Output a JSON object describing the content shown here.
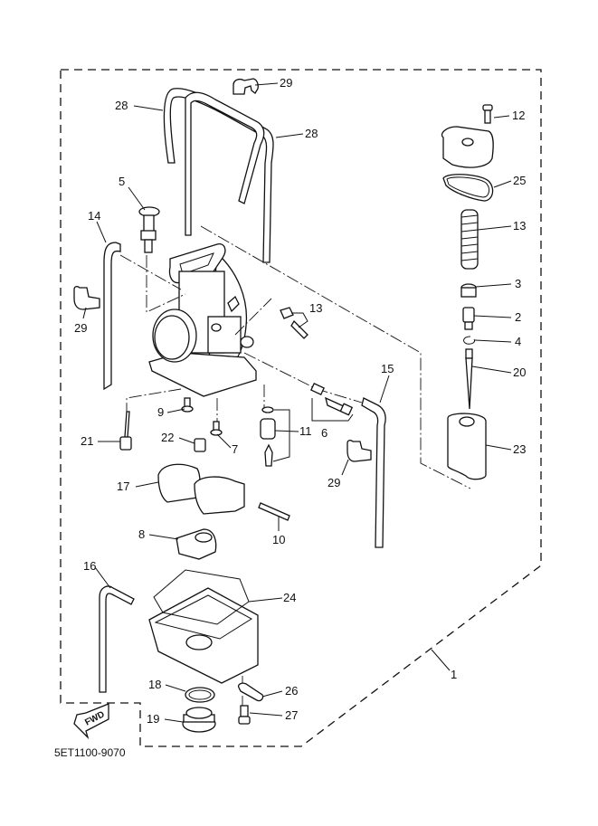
{
  "diagram": {
    "title_code": "5ET1100-9070",
    "assembly_label": "1",
    "fwd_label": "FWD",
    "callouts": [
      {
        "id": "c1",
        "label": "1",
        "part": "carburetor-assembly"
      },
      {
        "id": "c2",
        "label": "2",
        "part": "needle-holder"
      },
      {
        "id": "c3",
        "label": "3",
        "part": "spring-seat"
      },
      {
        "id": "c4",
        "label": "4",
        "part": "clip"
      },
      {
        "id": "c5",
        "label": "5",
        "part": "starter-plunger"
      },
      {
        "id": "c6",
        "label": "6",
        "part": "throttle-stop-screw-set"
      },
      {
        "id": "c7",
        "label": "7",
        "part": "screw"
      },
      {
        "id": "c8",
        "label": "8",
        "part": "float-holder"
      },
      {
        "id": "c9",
        "label": "9",
        "part": "screw"
      },
      {
        "id": "c10",
        "label": "10",
        "part": "float-pin"
      },
      {
        "id": "c11",
        "label": "11",
        "part": "needle-valve-set"
      },
      {
        "id": "c12",
        "label": "12",
        "part": "cover-screw"
      },
      {
        "id": "c13",
        "label": "13",
        "part": "throttle-valve-spring"
      },
      {
        "id": "c14",
        "label": "14",
        "part": "pilot-screw-set"
      },
      {
        "id": "c15a",
        "label": "15",
        "part": "vent-hose-left"
      },
      {
        "id": "c15b",
        "label": "15",
        "part": "vent-hose-right"
      },
      {
        "id": "c16",
        "label": "16",
        "part": "drain-hose"
      },
      {
        "id": "c17",
        "label": "17",
        "part": "float"
      },
      {
        "id": "c18",
        "label": "18",
        "part": "o-ring"
      },
      {
        "id": "c19",
        "label": "19",
        "part": "drain-plug"
      },
      {
        "id": "c20",
        "label": "20",
        "part": "jet-needle"
      },
      {
        "id": "c21",
        "label": "21",
        "part": "pilot-jet"
      },
      {
        "id": "c22",
        "label": "22",
        "part": "main-jet"
      },
      {
        "id": "c23",
        "label": "23",
        "part": "throttle-valve"
      },
      {
        "id": "c24",
        "label": "24",
        "part": "float-chamber-gasket"
      },
      {
        "id": "c25",
        "label": "25",
        "part": "cover-gasket"
      },
      {
        "id": "c26",
        "label": "26",
        "part": "plate"
      },
      {
        "id": "c27",
        "label": "27",
        "part": "screw"
      },
      {
        "id": "c28a",
        "label": "28",
        "part": "air-vent-hose-left"
      },
      {
        "id": "c28b",
        "label": "28",
        "part": "air-vent-hose-right"
      },
      {
        "id": "c29a",
        "label": "29",
        "part": "hose-clamp-top"
      },
      {
        "id": "c29b",
        "label": "29",
        "part": "hose-clamp-left"
      },
      {
        "id": "c29c",
        "label": "29",
        "part": "hose-clamp-right"
      }
    ]
  }
}
